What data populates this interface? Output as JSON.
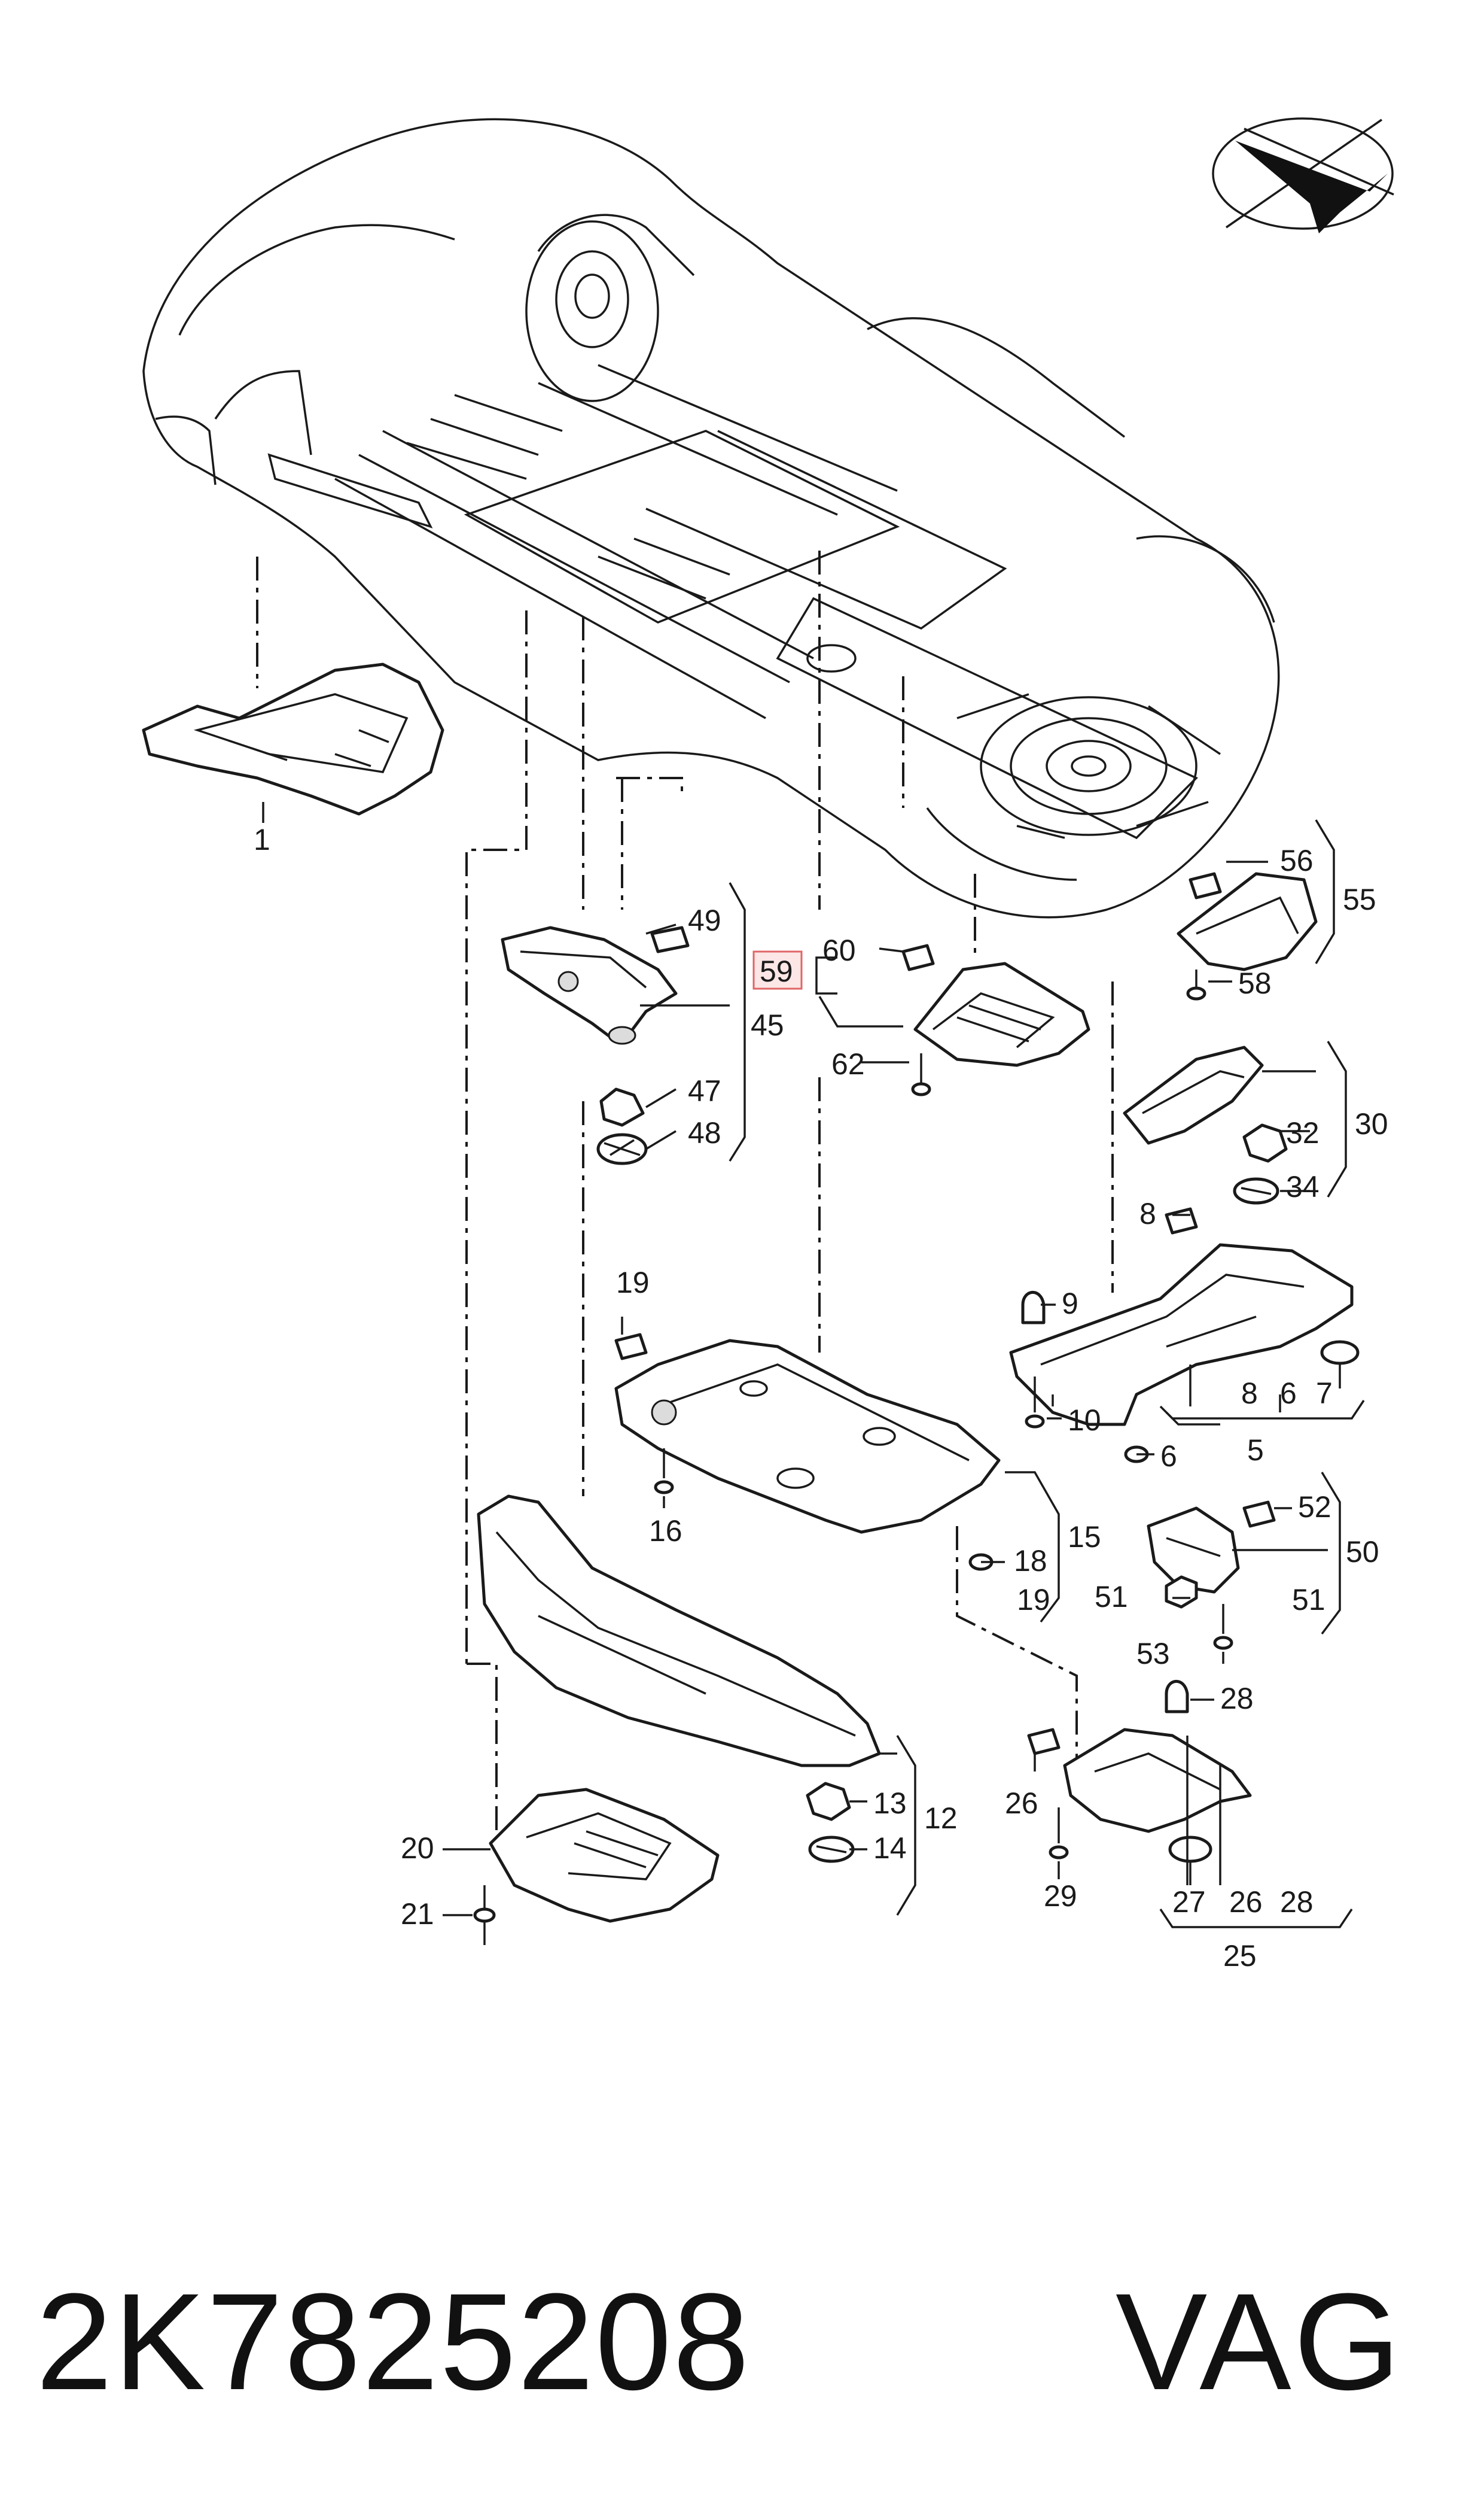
{
  "callouts": {
    "c1": "1",
    "c5": "5",
    "c6a": "6",
    "c6b": "6",
    "c7": "7",
    "c8a": "8",
    "c8b": "8",
    "c9": "9",
    "c10": "10",
    "c12": "12",
    "c13": "13",
    "c14": "14",
    "c15": "15",
    "c16": "16",
    "c18": "18",
    "c19a": "19",
    "c19b": "19",
    "c20": "20",
    "c21": "21",
    "c25": "25",
    "c26a": "26",
    "c26b": "26",
    "c27": "27",
    "c28a": "28",
    "c28b": "28",
    "c29": "29",
    "c30": "30",
    "c32": "32",
    "c34": "34",
    "c45": "45",
    "c47": "47",
    "c48": "48",
    "c49": "49",
    "c50": "50",
    "c51a": "51",
    "c51b": "51",
    "c52": "52",
    "c53": "53",
    "c55": "55",
    "c56": "56",
    "c58": "58",
    "c59": "59",
    "c60": "60",
    "c62": "62"
  },
  "highlighted_callout": "59",
  "highlight_color": "#e06666",
  "footer": {
    "part_number": "2K7825208",
    "brand": "VAG"
  },
  "icons": {
    "orientation": "car-orientation-arrow-icon"
  }
}
